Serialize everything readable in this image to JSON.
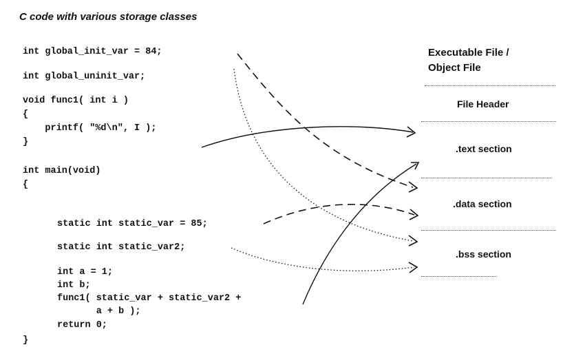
{
  "title": "C code with various storage classes",
  "code": {
    "global_init": "int global_init_var = 84;",
    "global_uninit": "int global_uninit_var;",
    "func1_sig": "void func1( int i )",
    "func1_open": "{",
    "func1_printf": "    printf( \"%d\\n\", I );",
    "func1_close": "}",
    "main_sig": "int main(void)",
    "main_open": "{",
    "static_var": "static int static_var = 85;",
    "static_var2": "static int static_var2;",
    "int_a": "int a = 1;",
    "int_b": "int b;",
    "call_line1": "func1( static_var + static_var2 +",
    "call_line2": "       a + b );",
    "return_stmt": "return 0;",
    "main_close": "}"
  },
  "object_file": {
    "title": "Executable File /\nObject File",
    "sections": {
      "header": "File Header",
      "text": ".text section",
      "data": ".data section",
      "bss": ".bss section"
    }
  }
}
